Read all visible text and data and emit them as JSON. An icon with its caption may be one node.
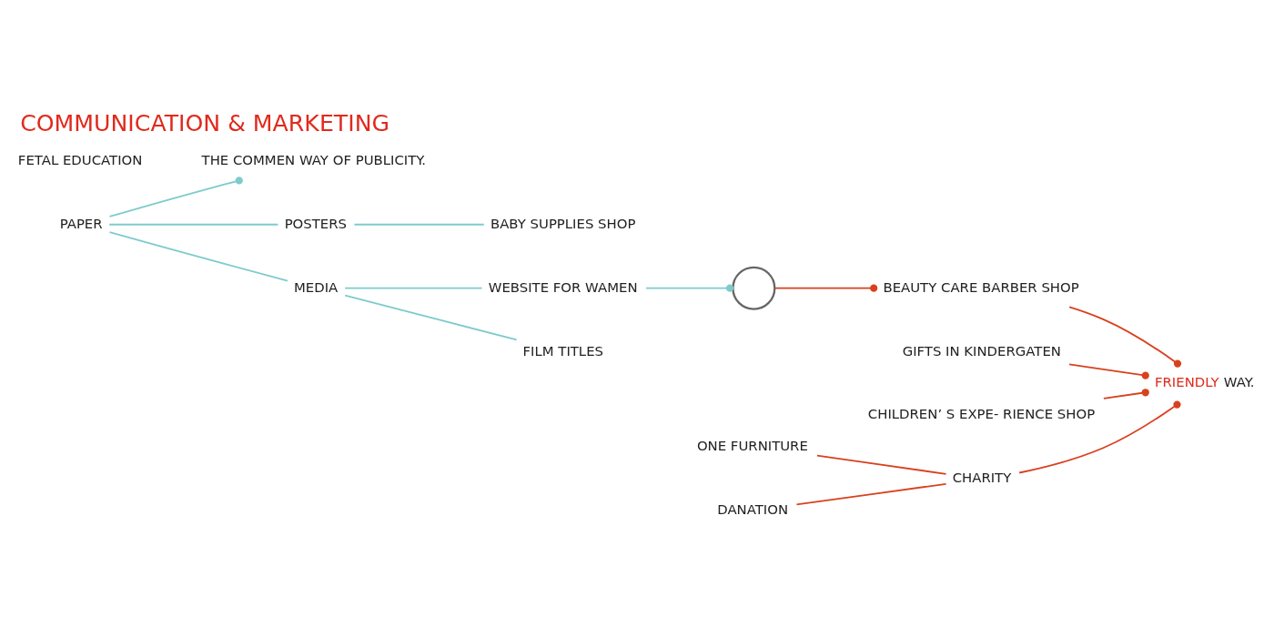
{
  "diagram": {
    "title": "COMMUNICATION & MARKETING",
    "nodes": [
      {
        "text": [
          "THE COMMEN WAY OF PUBLICITY."
        ]
      },
      {
        "text": [
          "PAPER"
        ]
      },
      {
        "text": [
          "POSTERS"
        ]
      },
      {
        "text": [
          "BABY SUPPLIES SHOP"
        ]
      },
      {
        "text": [
          "MEDIA"
        ]
      },
      {
        "text": [
          "WEBSITE FOR WAMEN"
        ]
      },
      {
        "text": [
          "FETAL EDUCATION"
        ]
      },
      {
        "text": [
          "FILM TITLES"
        ]
      },
      {
        "text": [],
        "shape": "person"
      },
      {
        "text": [
          "BEAUTY CARE BARBER SHOP"
        ]
      },
      {
        "text": [
          "FRIENDLY WAY."
        ]
      },
      {
        "text": [
          "GIFTS IN KINDERGATEN"
        ]
      },
      {
        "text": [
          "CHILDREN’ S EXPE- RIENCE SHOP"
        ]
      },
      {
        "text": [
          "CHARITY"
        ]
      },
      {
        "text": [
          "ONE FURNITURE"
        ]
      },
      {
        "text": [
          "DANATION"
        ]
      }
    ],
    "edges": [
      {
        "from": 1,
        "to": 0,
        "arrow": "other",
        "color": "#7ecbcc"
      },
      {
        "from": 1,
        "to": 2,
        "arrow": "none",
        "color": "#7ecbcc"
      },
      {
        "from": 2,
        "to": 3,
        "arrow": "none",
        "color": "#7ecbcc"
      },
      {
        "from": 1,
        "to": 4,
        "arrow": "none",
        "color": "#7ecbcc"
      },
      {
        "from": 4,
        "to": 5,
        "arrow": "none",
        "color": "#7ecbcc"
      },
      {
        "from": 4,
        "to": 7,
        "arrow": "none",
        "color": "#7ecbcc"
      },
      {
        "from": 5,
        "to": 8,
        "arrow": "other",
        "color": "#7ecbcc"
      },
      {
        "from": 8,
        "to": 9,
        "arrow": "other",
        "color": "#d9411e"
      },
      {
        "from": 9,
        "to": 10,
        "arrow": "other",
        "color": "#d9411e"
      },
      {
        "from": 11,
        "to": 10,
        "arrow": "other",
        "color": "#d9411e"
      },
      {
        "from": 12,
        "to": 10,
        "arrow": "other",
        "color": "#d9411e"
      },
      {
        "from": 13,
        "to": 10,
        "arrow": "other",
        "color": "#d9411e"
      },
      {
        "from": 14,
        "to": 13,
        "arrow": "none",
        "color": "#d9411e"
      },
      {
        "from": 15,
        "to": 13,
        "arrow": "none",
        "color": "#d9411e"
      }
    ]
  }
}
